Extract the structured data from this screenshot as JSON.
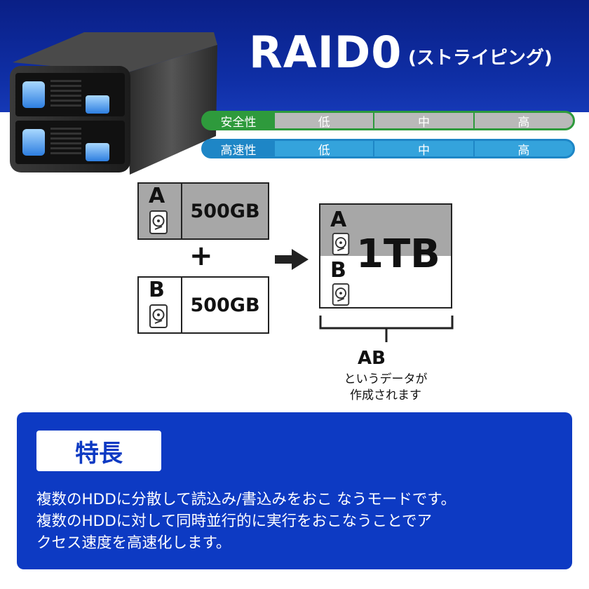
{
  "header": {
    "title": "RAID0",
    "subtitle": "(ストライピング)"
  },
  "ratings": {
    "safety": {
      "label": "安全性",
      "levels": [
        "低",
        "中",
        "高"
      ],
      "color": "#2e9a3c"
    },
    "speed": {
      "label": "高速性",
      "levels": [
        "低",
        "中",
        "高"
      ],
      "color": "#1e86c6"
    }
  },
  "diagram": {
    "drive_a": {
      "letter": "A",
      "size": "500GB"
    },
    "drive_b": {
      "letter": "B",
      "size": "500GB"
    },
    "plus": "+",
    "result": {
      "letter_a": "A",
      "letter_b": "B",
      "size": "1TB"
    },
    "ab_label": "AB",
    "ab_note_line1": "というデータが",
    "ab_note_line2": "作成されます"
  },
  "features": {
    "heading": "特長",
    "lines": [
      "複数のHDDに分散して読込み/書込みをおこ なうモードです。",
      "複数のHDDに対して同時並行的に実行をおこなうことでア",
      "クセス速度を高速化します。"
    ]
  },
  "icons": [
    "hard-disk-icon",
    "arrow-right-icon",
    "raid-enclosure-image"
  ]
}
